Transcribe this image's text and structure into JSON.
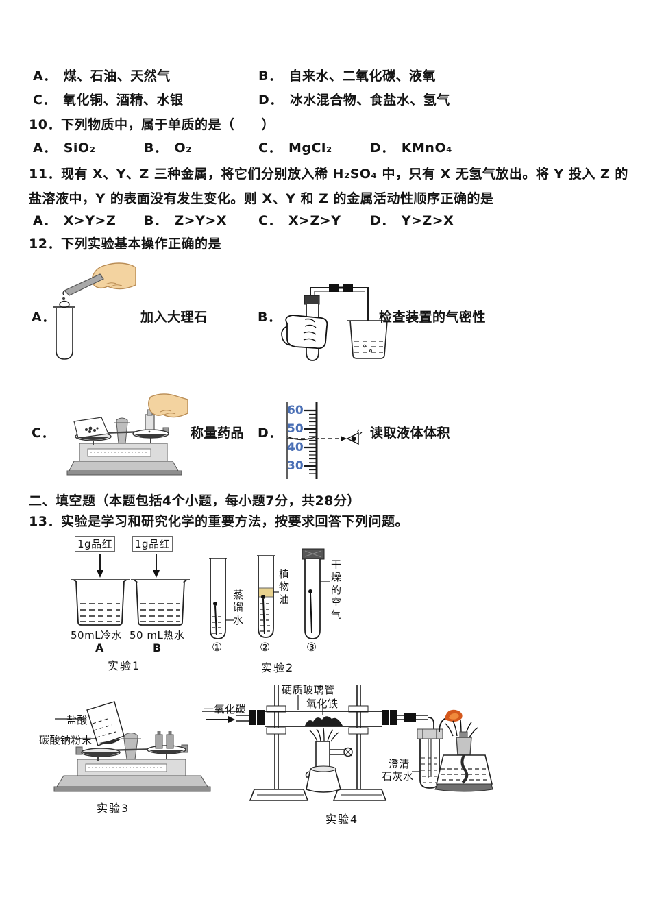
{
  "colors": {
    "text": "#141414",
    "blue_number": "#4a6fb5",
    "skin": "#f3d3a0",
    "oil": "#e8d28e",
    "flame_outer": "#d4581c",
    "flame_inner": "#f08a3c",
    "metal_gray": "#c9c9c9"
  },
  "q9": {
    "options": [
      {
        "label": "A．",
        "text": "煤、石油、天然气"
      },
      {
        "label": "B．",
        "text": "自来水、二氧化碳、液氧"
      },
      {
        "label": "C．",
        "text": "氧化铜、酒精、水银"
      },
      {
        "label": "D．",
        "text": "冰水混合物、食盐水、氢气"
      }
    ]
  },
  "q10": {
    "stem": "10．下列物质中，属于单质的是（　　）",
    "options": [
      {
        "label": "A．",
        "text": "SiO₂"
      },
      {
        "label": "B．",
        "text": "O₂"
      },
      {
        "label": "C．",
        "text": "MgCl₂"
      },
      {
        "label": "D．",
        "text": "KMnO₄"
      }
    ]
  },
  "q11": {
    "stem": "11．现有 X、Y、Z 三种金属，将它们分别放入稀 H₂SO₄ 中，只有 X 无氢气放出。将 Y 投入 Z 的盐溶液中，Y 的表面没有发生变化。则 X、Y 和 Z 的金属活动性顺序正确的是",
    "options": [
      {
        "label": "A．",
        "text": "X>Y>Z"
      },
      {
        "label": "B．",
        "text": "Z>Y>X"
      },
      {
        "label": "C．",
        "text": "X>Z>Y"
      },
      {
        "label": "D．",
        "text": "Y>Z>X"
      }
    ]
  },
  "q12": {
    "stem": "12．下列实验基本操作正确的是",
    "fig_a": {
      "label": "A．",
      "caption": "加入大理石"
    },
    "fig_b": {
      "label": "B．",
      "caption": "检查装置的气密性"
    },
    "fig_c": {
      "label": "C．",
      "caption": "称量药品"
    },
    "fig_d": {
      "label": "D．",
      "caption": "读取液体体积",
      "ticks": [
        "60",
        "50",
        "40",
        "30"
      ]
    }
  },
  "section2": {
    "header": "二、填空题（本题包括4个小题，每小题7分，共28分）"
  },
  "q13": {
    "stem": "13．实验是学习和研究化学的重要方法，按要求回答下列问题。",
    "exp1": {
      "reagent_a": "1g品红",
      "reagent_b": "1g品红",
      "beaker_a": "50mL冷水",
      "beaker_b": "50 mL热水",
      "sub_a": "A",
      "sub_b": "B",
      "caption": "实验1"
    },
    "exp2": {
      "num1": "①",
      "num2": "②",
      "num3": "③",
      "label1": "蒸馏水",
      "label2": "植物油",
      "label3": "干燥的空气",
      "caption": "实验2"
    },
    "exp3": {
      "label1": "盐酸",
      "label2": "碳酸钠粉末",
      "caption": "实验3"
    },
    "exp4": {
      "gas_in": "一氧化碳",
      "tube_label": "硬质玻璃管",
      "oxide_label": "氧化铁",
      "lime1": "澄清",
      "lime2": "石灰水",
      "caption": "实验4"
    }
  }
}
